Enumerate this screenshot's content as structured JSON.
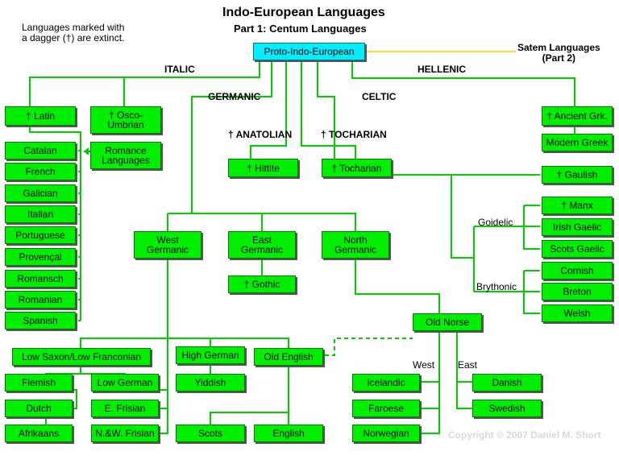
{
  "title": "Indo-European Languages",
  "subtitle": "Part 1: Centum Languages",
  "note": "Languages marked with\na dagger (†) are extinct.",
  "satem": "Satem Languages\n(Part 2)",
  "copyright": "Copyright © 2007 Daniel M. Short",
  "branches": {
    "italic": "ITALIC",
    "hellenic": "HELLENIC",
    "germanic": "GERMANIC",
    "celtic": "CELTIC",
    "anatolian": "† ANATOLIAN",
    "tocharian": "† TOCHARIAN"
  },
  "sublabels": {
    "goidelic": "Goidelic",
    "brythonic": "Brythonic",
    "west": "West",
    "east": "East"
  },
  "nodes": {
    "proto": "Proto-Indo-European",
    "latin": "† Latin",
    "osco": "† Osco-\nUmbrian",
    "romance": "Romance\nLanguages",
    "catalan": "Catalan",
    "french": "French",
    "galician": "Galician",
    "italian": "Italian",
    "portuguese": "Portuguese",
    "provencal": "Provençal",
    "romansch": "Romansch",
    "romanian": "Romanian",
    "spanish": "Spanish",
    "hittite": "† Hittite",
    "tocharian": "† Tocharian",
    "ancient_greek": "† Ancient Grk.",
    "modern_greek": "Modern Greek",
    "gaulish": "† Gaulish",
    "manx": "† Manx",
    "irish": "Irish Gaelic",
    "scots_gaelic": "Scots Gaelic",
    "cornish": "Cornish",
    "breton": "Breton",
    "welsh": "Welsh",
    "west_germanic": "West\nGermanic",
    "east_germanic": "East\nGermanic",
    "north_germanic": "North\nGermanic",
    "gothic": "† Gothic",
    "old_norse": "Old Norse",
    "low_saxon": "Low Saxon/Low Franconian",
    "high_german": "High German",
    "old_english": "Old English",
    "flemish": "Flemish",
    "low_german": "Low German",
    "yiddish": "Yiddish",
    "dutch": "Dutch",
    "e_frisian": "E. Frisian",
    "afrikaans": "Afrikaans",
    "nw_frisian": "N.&W. Frisian",
    "scots": "Scots",
    "english": "English",
    "icelandic": "Icelandic",
    "faroese": "Faroese",
    "norwegian": "Norwegian",
    "danish": "Danish",
    "swedish": "Swedish"
  }
}
